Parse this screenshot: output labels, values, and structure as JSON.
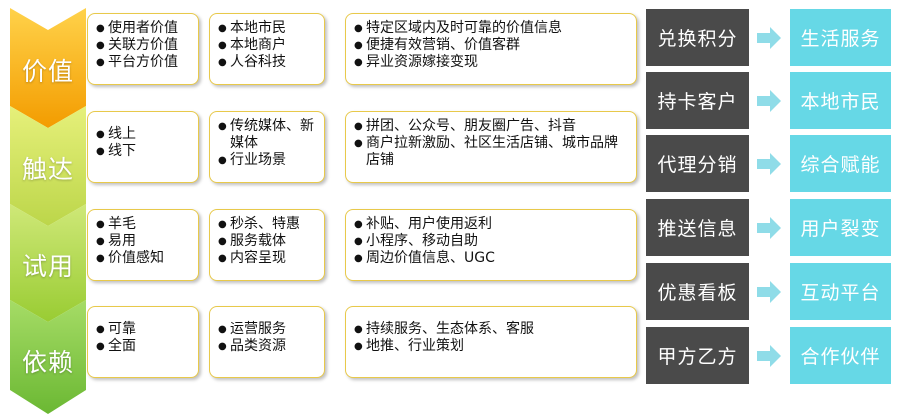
{
  "stages": [
    {
      "label": "价值",
      "col1": [
        "使用者价值",
        "关联方价值",
        "平台方价值"
      ],
      "col2": [
        "本地市民",
        "本地商户",
        "人谷科技"
      ],
      "col3": [
        "特定区域内及时可靠的价值信息",
        "便捷有效营销、价值客群",
        "异业资源嫁接变现"
      ]
    },
    {
      "label": "触达",
      "col1": [
        "线上",
        "线下"
      ],
      "col2": [
        "传统媒体、新媒体",
        "行业场景"
      ],
      "col3": [
        "拼团、公众号、朋友圈广告、抖音",
        "商户拉新激励、社区生活店铺、城市品牌店铺"
      ]
    },
    {
      "label": "试用",
      "col1": [
        "羊毛",
        "易用",
        "价值感知"
      ],
      "col2": [
        "秒杀、特惠",
        "服务载体",
        "内容呈现"
      ],
      "col3": [
        "补贴、用户使用返利",
        "小程序、移动自助",
        "周边价值信息、UGC"
      ]
    },
    {
      "label": "依赖",
      "col1": [
        "可靠",
        "全面"
      ],
      "col2": [
        "运营服务",
        "品类资源"
      ],
      "col3": [
        "持续服务、生态体系、客服",
        "地推、行业策划"
      ]
    }
  ],
  "right_pairs": [
    {
      "left": "兑换积分",
      "right": "生活服务"
    },
    {
      "left": "持卡客户",
      "right": "本地市民"
    },
    {
      "left": "代理分销",
      "right": "综合赋能"
    },
    {
      "left": "推送信息",
      "right": "用户裂变"
    },
    {
      "left": "优惠看板",
      "right": "互动平台"
    },
    {
      "left": "甲方乙方",
      "right": "合作伙伴"
    }
  ],
  "colors": {
    "stage": [
      "#f5a800",
      "#c9dd55",
      "#a9d63a",
      "#7cc242"
    ],
    "box_border": "#e8c94a",
    "dark_box": "#4a4a4a",
    "cyan_box": "#66d8e6"
  }
}
